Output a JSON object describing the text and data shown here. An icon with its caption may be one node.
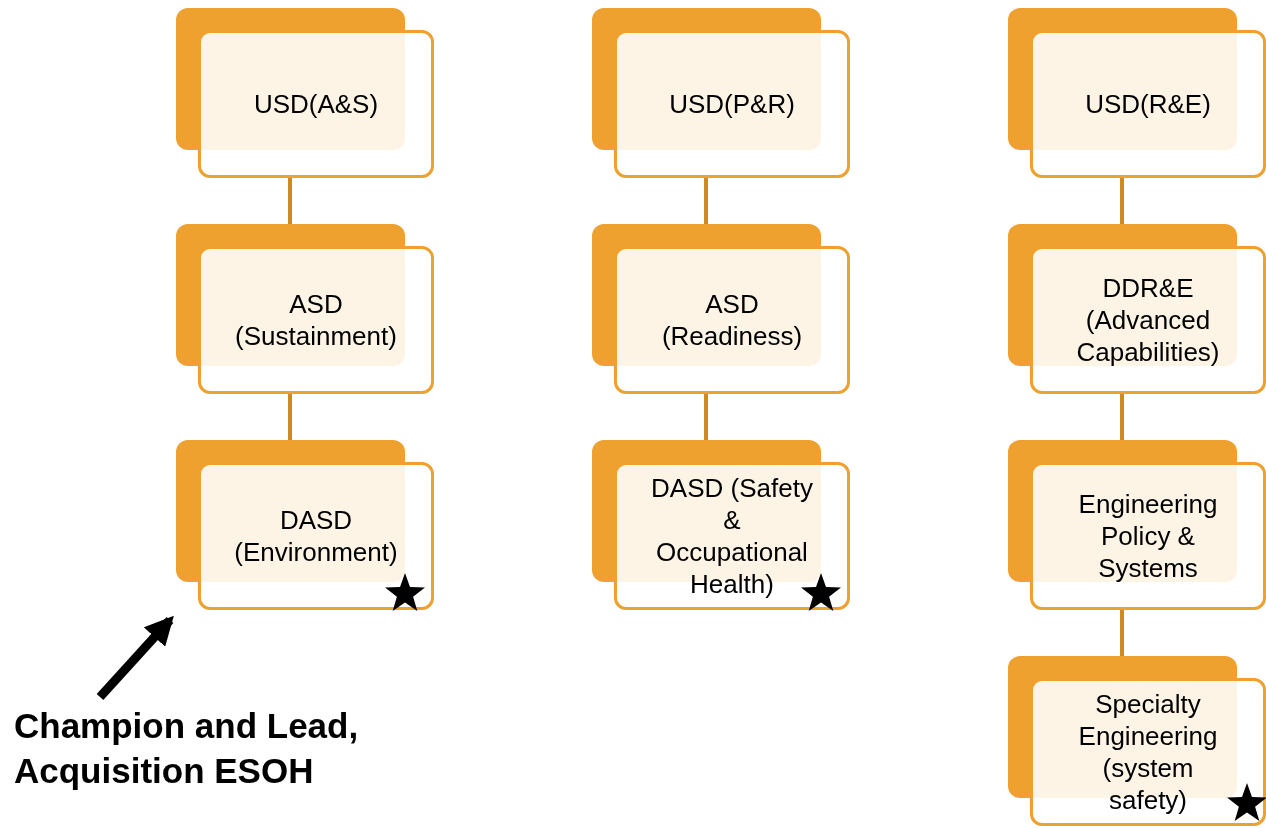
{
  "diagram": {
    "nodes": [
      {
        "text": [
          "USD(A&S)"
        ]
      },
      {
        "text": [
          "ASD (Sustainment)"
        ]
      },
      {
        "text": [
          "DASD (Environment)"
        ]
      },
      {
        "text": [
          "USD(P&R)"
        ]
      },
      {
        "text": [
          "ASD (Readiness)"
        ]
      },
      {
        "text": [
          "DASD (Safety & Occupational Health)"
        ]
      },
      {
        "text": [
          "USD(R&E)"
        ]
      },
      {
        "text": [
          "DDR&E (Advanced Capabilities)"
        ]
      },
      {
        "text": [
          "Engineering Policy & Systems"
        ]
      },
      {
        "text": [
          "Specialty Engineering (system safety)"
        ]
      },
      {
        "text": [
          "Champion and Lead, Acquisition ESOH"
        ]
      }
    ],
    "edges": [
      {
        "from": 0,
        "to": 1,
        "arrow": "none"
      },
      {
        "from": 1,
        "to": 2,
        "arrow": "none"
      },
      {
        "from": 3,
        "to": 4,
        "arrow": "none"
      },
      {
        "from": 4,
        "to": 5,
        "arrow": "none"
      },
      {
        "from": 6,
        "to": 7,
        "arrow": "none"
      },
      {
        "from": 7,
        "to": 8,
        "arrow": "none"
      },
      {
        "from": 8,
        "to": 9,
        "arrow": "none"
      },
      {
        "from": 10,
        "to": 2,
        "arrow": "to",
        "style": "thick",
        "color": "#000000"
      }
    ]
  }
}
